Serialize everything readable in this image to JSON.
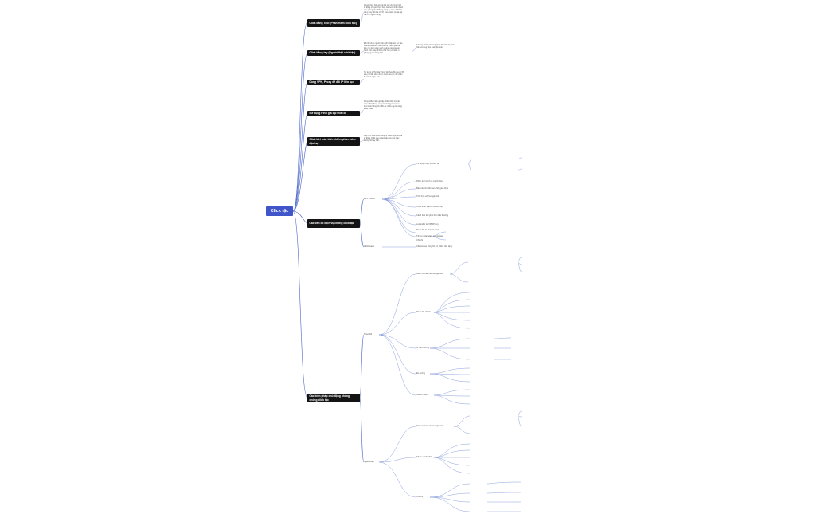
{
  "root": "Click tặc",
  "topics": [
    {
      "label": "Click bằng Tool (Phần mềm click tặc)",
      "note": "Người thực hiện sẽ cài đặt các chương trình\ntự động chuyên thực hiện các lượt nhấp chuột\nvào quảng cáo. Những công cụ này có thể tự\nđộng thay đổi địa chỉ IP, xóa cookie và giả lập\nhành vi người dùng."
    },
    {
      "label": "Click bằng tay (Người thật click tặc)",
      "note": "Đối thủ thuê người thật ngồi nhấp liên tục vào\nquảng cáo trên nhiều thiết bị khác nhau để\nlàm cạn kiệt ngân sách quảng cáo của bạn.\nHình thức này rất khó phát hiện vì hành vi\ngiống người dùng thật."
    },
    {
      "label": "Dùng VPN, Proxy để đổi IP liên tục",
      "note": "Sử dụng VPN hoặc Proxy để thay đổi địa chỉ IP\nsau mỗi lần click nhằm vượt qua cơ chế chặn\nIP của Google Ads."
    },
    {
      "label": "Sử dụng trình giả lập thiết bị",
      "note": "Dùng phần mềm giả lập nhiều thiết bị khác\nnhau (điện thoại, máy tính bảng) để tạo ra\nlượt click trông như đến từ nhiều người dùng\nkhác nhau."
    },
    {
      "label": "Click bởi máy tính nhiễm phần mềm độc hại",
      "note": "Máy tính của người dùng bị nhiễm mã độc và\ntự động nhấp vào quảng cáo mà chủ máy\nkhông hề hay biết."
    }
  ],
  "side_note": "Kết hợp nhiều phương pháp để tránh bị phát\nhiện và tăng hiệu quả phá hoại.",
  "services": {
    "label": "Các bên có dịch vụ chống click tặc",
    "groups": [
      {
        "label": "PPC Protect",
        "items": [
          "Tự động chặn IP click tặc",
          "Phân tích hành vi người dùng",
          "Báo cáo chi tiết theo thời gian thực",
          "Tích hợp với Google Ads",
          "Chặn theo thiết bị và khu vực",
          "Cảnh báo khi phát hiện bất thường",
          "Lọc traffic từ VPN/Proxy",
          "Theo dõi từ khóa bị click",
          "Tối ưu ngân sách quảng cáo",
          "Chi phí"
        ]
      },
      {
        "label": "ClickCease",
        "items": [
          "ClickCease cũng hỗ trợ nhiều nền tảng"
        ]
      }
    ]
  },
  "methods": {
    "label": "Các biện pháp chủ động phòng chống click tặc",
    "groups": [
      {
        "label": "Theo dõi",
        "items": [
          "Kiểm tra báo cáo Google Ads",
          "Theo dõi chỉ số",
          "IP bất thường",
          "Đo lường",
          "Nhóm chiến"
        ]
      },
      {
        "label": "Ngăn chặn",
        "items": [
          "Kiểm tra báo cáo Google Ads",
          "Tối ưu chiến dịch",
          "Chi phí"
        ]
      }
    ]
  },
  "colors": {
    "root": "#3f55c9",
    "topic": "#141414",
    "line": "#4a64c8"
  }
}
